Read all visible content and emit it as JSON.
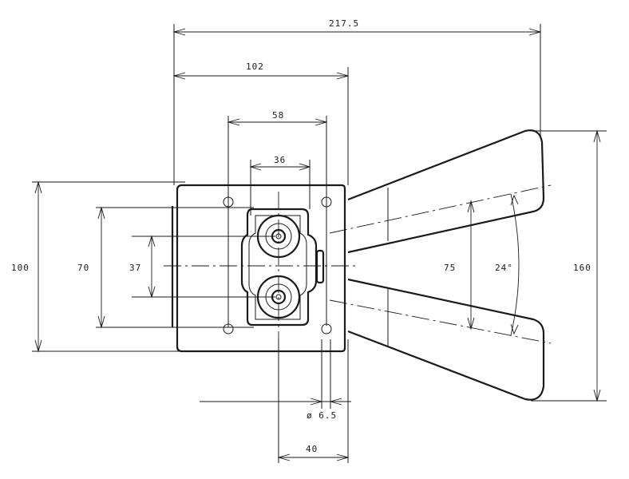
{
  "dimensions": {
    "overall_width": "217.5",
    "width_102": "102",
    "width_58": "58",
    "width_36": "36",
    "height_100": "100",
    "height_70": "70",
    "height_37": "37",
    "height_75": "75",
    "angle_24": "24°",
    "height_160": "160",
    "hole_dia": "ø 6.5",
    "width_40": "40"
  }
}
